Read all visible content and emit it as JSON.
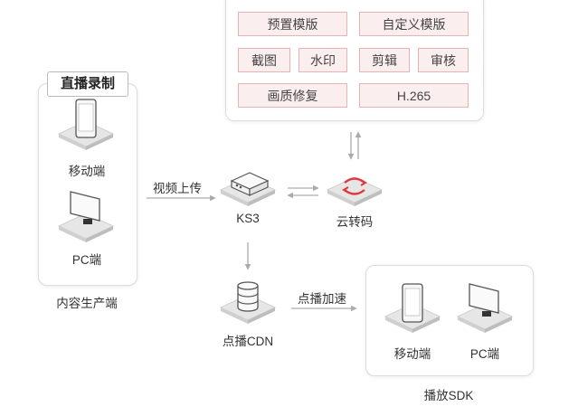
{
  "colors": {
    "chip_fill": "#fbeeee",
    "chip_border": "#e8b3b3",
    "accent": "#e0383e",
    "line": "#999999"
  },
  "transcode_options": [
    "预置模版",
    "自定义模版",
    "截图",
    "水印",
    "剪辑",
    "审核",
    "画质修复",
    "H.265"
  ],
  "producer": {
    "title": "直播录制",
    "mobile": "移动端",
    "pc": "PC端",
    "caption": "内容生产端"
  },
  "upload_label": "视频上传",
  "ks3_label": "KS3",
  "transcode_label": "云转码",
  "cdn_label": "点播CDN",
  "accelerate_label": "点播加速",
  "player": {
    "mobile": "移动端",
    "pc": "PC端",
    "caption": "播放SDK"
  },
  "icons": [
    "phone-icon",
    "monitor-icon",
    "storage-box-icon",
    "transcode-icon",
    "database-icon"
  ]
}
